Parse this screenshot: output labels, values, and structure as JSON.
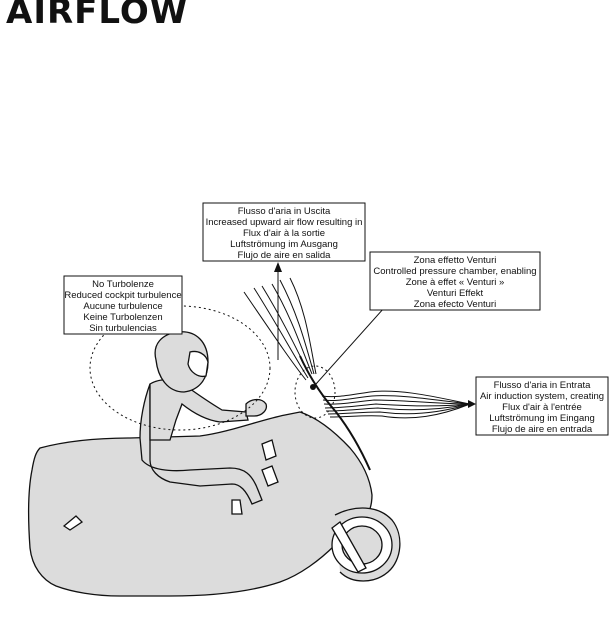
{
  "title": "AIRFLOW",
  "labels": {
    "outlet": {
      "lines": [
        "Flusso d'aria in Uscita",
        "Increased upward air flow resulting in",
        "Flux d'air à la sortie",
        "Luftströmung im Ausgang",
        "Flujo de aire en salida"
      ]
    },
    "turbulence": {
      "lines": [
        "No Turbolenze",
        "Reduced cockpit turbulence",
        "Aucune turbulence",
        "Keine Turbolenzen",
        "Sin turbulencias"
      ]
    },
    "venturi": {
      "lines": [
        "Zona effetto Venturi",
        "Controlled pressure chamber, enabling",
        "Zone à effet « Venturi »",
        "Venturi Effekt",
        "Zona efecto Venturi"
      ]
    },
    "inlet": {
      "lines": [
        "Flusso d'aria in Entrata",
        "Air induction system, creating",
        "Flux d'air à l'entrée",
        "Luftströmung im Eingang",
        "Flujo de aire en entrada"
      ]
    }
  }
}
